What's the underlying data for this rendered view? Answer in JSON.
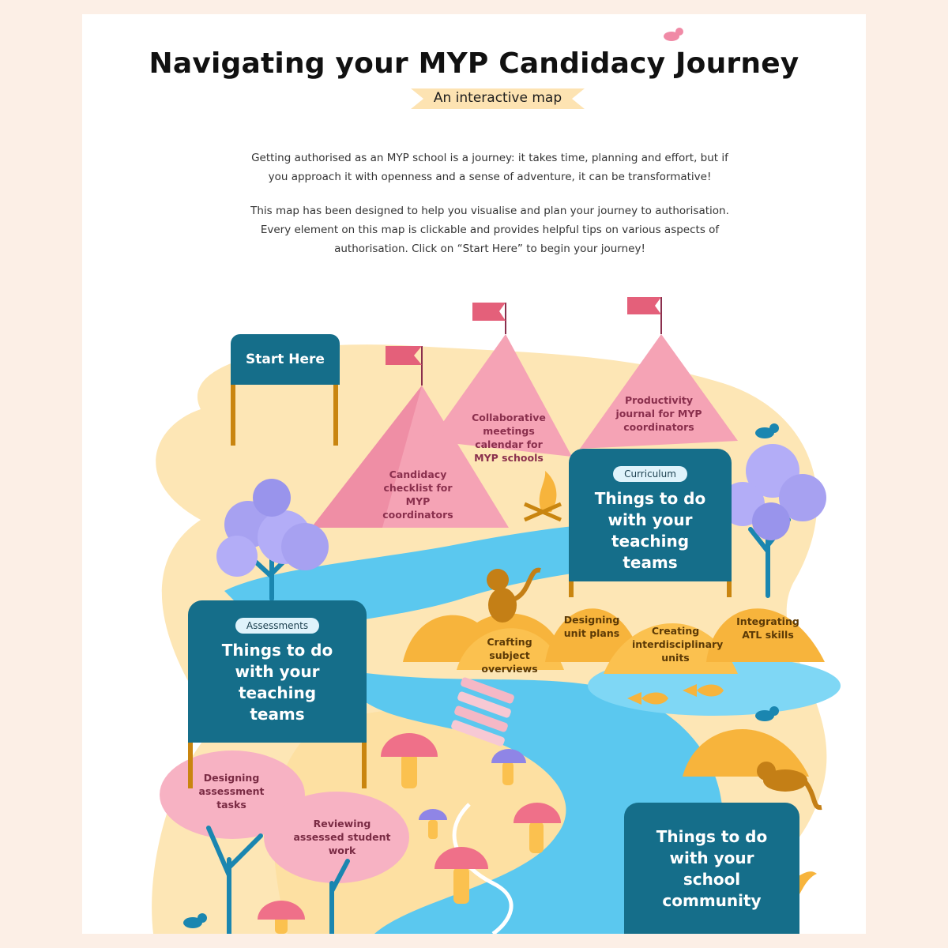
{
  "page": {
    "title": "Navigating your MYP Candidacy Journey",
    "subtitle": "An interactive map",
    "intro": [
      "Getting authorised as an MYP school is a journey: it takes time, planning and effort, but if you approach it with openness and a sense of adventure, it can be transformative!",
      "This map has been designed to help you visualise and plan your journey to authorisation. Every element on this map is clickable and provides helpful tips on various aspects of authorisation. Click on “Start Here” to begin your journey!"
    ]
  },
  "map": {
    "start_sign": "Start Here",
    "tents": {
      "checklist": "Candidacy checklist for MYP coordinators",
      "calendar": "Collaborative meetings calendar for MYP schools",
      "journal": "Productivity journal for MYP coordinators"
    },
    "curriculum_sign": {
      "tag": "Curriculum",
      "label": "Things to do with your teaching teams"
    },
    "assessments_sign": {
      "tag": "Assessments",
      "label": "Things to do with your teaching teams"
    },
    "community_sign": {
      "label": "Things to do with your school community"
    },
    "hills": {
      "overviews": "Crafting subject overviews",
      "unit_plans": "Designing unit plans",
      "interdisciplinary": "Creating interdisciplinary units",
      "atl": "Integrating ATL skills"
    },
    "bushes": {
      "assessment_tasks": "Designing assessment tasks",
      "student_work": "Reviewing assessed student work"
    }
  },
  "colors": {
    "sign": "#156e8a",
    "river": "#5bc8ef",
    "path": "#fde6b5",
    "tent": "#f5a3b5",
    "hill": "#f7b43c",
    "ribbon": "#fde3b2"
  }
}
